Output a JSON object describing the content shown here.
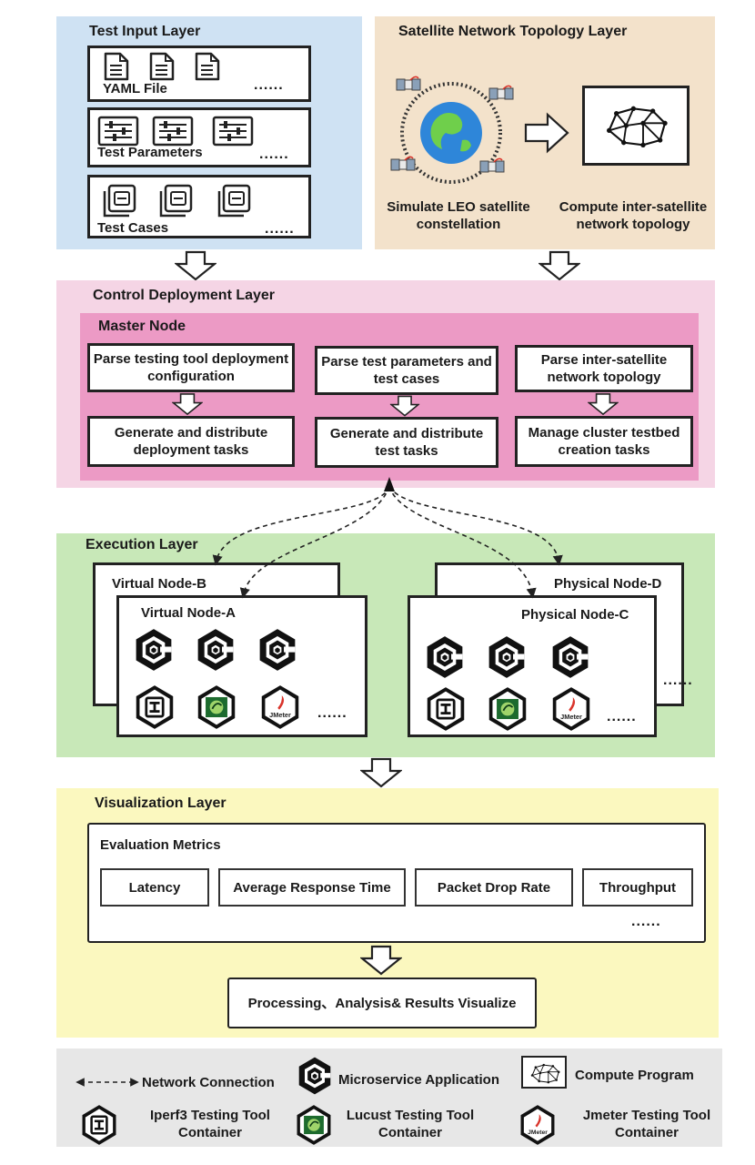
{
  "test_input": {
    "title": "Test Input Layer",
    "rows": [
      {
        "label": "YAML File",
        "more": "......"
      },
      {
        "label": "Test Parameters",
        "more": "......"
      },
      {
        "label": "Test Cases",
        "more": "......"
      }
    ]
  },
  "topology": {
    "title": "Satellite Network Topology Layer",
    "caption_left": "Simulate LEO satellite constellation",
    "caption_right": "Compute inter-satellite network topology"
  },
  "control": {
    "title": "Control Deployment Layer",
    "master_title": "Master Node",
    "tasks": [
      {
        "top": "Parse testing tool deployment configuration",
        "bottom": "Generate and distribute deployment tasks"
      },
      {
        "top": "Parse test parameters and test cases",
        "bottom": "Generate and distribute test tasks"
      },
      {
        "top": "Parse inter-satellite network topology",
        "bottom": "Manage cluster testbed creation tasks"
      }
    ]
  },
  "execution": {
    "title": "Execution Layer",
    "nodes": {
      "b": "Virtual Node-B",
      "a": "Virtual Node-A",
      "d": "Physical Node-D",
      "c": "Physical Node-C"
    },
    "more": "......",
    "jmeter_mark": "JMeter"
  },
  "visualization": {
    "title": "Visualization Layer",
    "metrics_title": "Evaluation Metrics",
    "metrics": [
      "Latency",
      "Average Response Time",
      "Packet Drop Rate",
      "Throughput"
    ],
    "metrics_more": "......",
    "result": "Processing、Analysis& Results Visualize"
  },
  "legend": {
    "network": "Network Connection",
    "microservice": "Microservice Application",
    "compute": "Compute Program",
    "iperf": "Iperf3 Testing Tool Container",
    "locust": "Lucust Testing Tool Container",
    "jmeter": "Jmeter Testing Tool Container"
  },
  "colors": {
    "test_input_bg": "#cfe2f3",
    "topology_bg": "#f3e2cb",
    "control_bg": "#f5d5e5",
    "master_bg": "#ec9ac5",
    "execution_bg": "#c8e8b8",
    "visualization_bg": "#fbf8bf",
    "legend_bg": "#e7e7e7"
  }
}
